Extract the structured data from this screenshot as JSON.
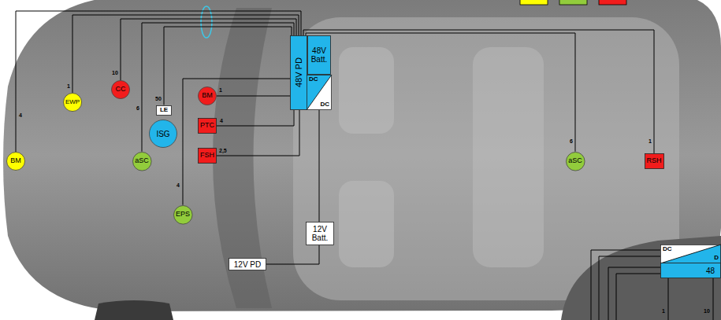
{
  "diagram": {
    "nodes": [
      {
        "text": [
          "48V PD"
        ]
      },
      {
        "text": [
          "48V Batt."
        ]
      },
      {
        "text": [
          "DC",
          "DC"
        ]
      },
      {
        "text": [
          "EWP"
        ]
      },
      {
        "text": [
          "CC"
        ]
      },
      {
        "text": [
          "BM"
        ]
      },
      {
        "text": [
          "LE"
        ]
      },
      {
        "text": [
          "ISG"
        ]
      },
      {
        "text": [
          "PTC"
        ]
      },
      {
        "text": [
          "FSH"
        ]
      },
      {
        "text": [
          "BM"
        ]
      },
      {
        "text": [
          "aSC"
        ]
      },
      {
        "text": [
          "aSC"
        ]
      },
      {
        "text": [
          "RSH"
        ]
      },
      {
        "text": [
          "EPS"
        ]
      },
      {
        "text": [
          "12V Batt."
        ]
      },
      {
        "text": [
          "12V PD"
        ]
      },
      {
        "text": [
          "DC",
          "D"
        ]
      },
      {
        "text": [
          "48"
        ]
      }
    ],
    "edges": [
      {
        "from": 10,
        "to": 0,
        "arrow": "none"
      },
      {
        "from": 3,
        "to": 0,
        "arrow": "none"
      },
      {
        "from": 4,
        "to": 0,
        "arrow": "none"
      },
      {
        "from": 11,
        "to": 0,
        "arrow": "none"
      },
      {
        "from": 6,
        "to": 0,
        "arrow": "none"
      },
      {
        "from": 12,
        "to": 0,
        "arrow": "none"
      },
      {
        "from": 13,
        "to": 0,
        "arrow": "none"
      },
      {
        "from": 14,
        "to": 0,
        "arrow": "none"
      },
      {
        "from": 5,
        "to": 0,
        "arrow": "none"
      },
      {
        "from": 8,
        "to": 0,
        "arrow": "none"
      },
      {
        "from": 9,
        "to": 0,
        "arrow": "none"
      },
      {
        "from": 2,
        "to": 15,
        "arrow": "none"
      },
      {
        "from": 15,
        "to": 16,
        "arrow": "none"
      }
    ],
    "labels": [
      "10",
      "1",
      "50",
      "1",
      "6",
      "4",
      "4",
      "2,5",
      "6",
      "1",
      "4",
      "1",
      "10"
    ]
  }
}
